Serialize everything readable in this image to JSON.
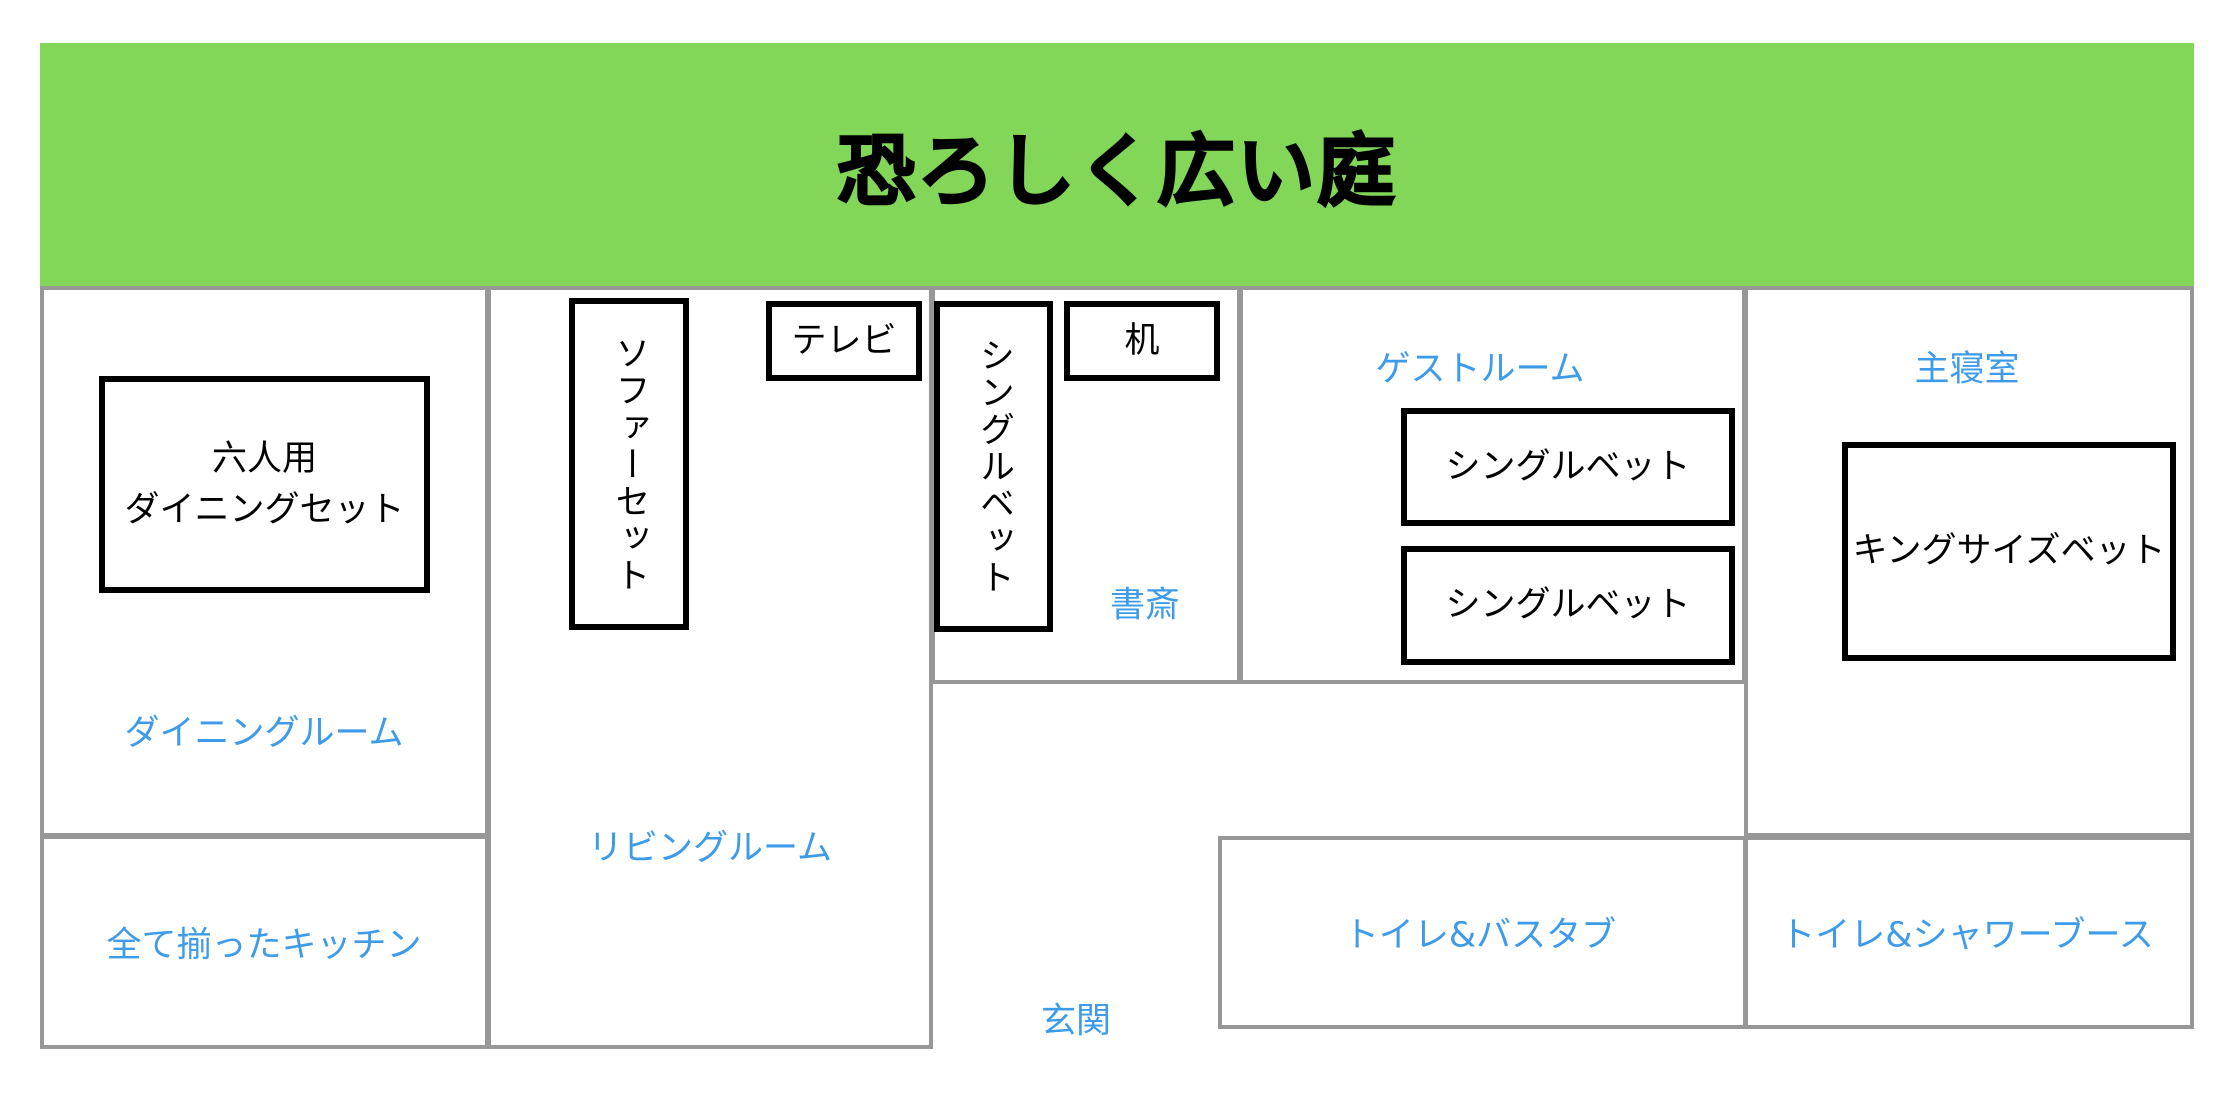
{
  "garden": {
    "title": "恐ろしく広い庭"
  },
  "rooms": {
    "dining": "ダイニングルーム",
    "living": "リビングルーム",
    "study": "書斎",
    "guest": "ゲストルーム",
    "master": "主寝室",
    "kitchen": "全て揃ったキッチン",
    "entrance": "玄関",
    "bath1": "トイレ&バスタブ",
    "bath2": "トイレ&シャワーブース"
  },
  "furniture": {
    "dining_set": "六人用\nダイニングセット",
    "sofa": "ソファーセット",
    "tv": "テレビ",
    "study_bed": "シングルベット",
    "desk": "机",
    "guest_bed_1": "シングルベット",
    "guest_bed_2": "シングルベット",
    "king_bed": "キングサイズベット"
  },
  "colors": {
    "garden": "#82d658",
    "wall": "#979797",
    "room_label": "#3d9be9",
    "furniture_border": "#000000"
  }
}
